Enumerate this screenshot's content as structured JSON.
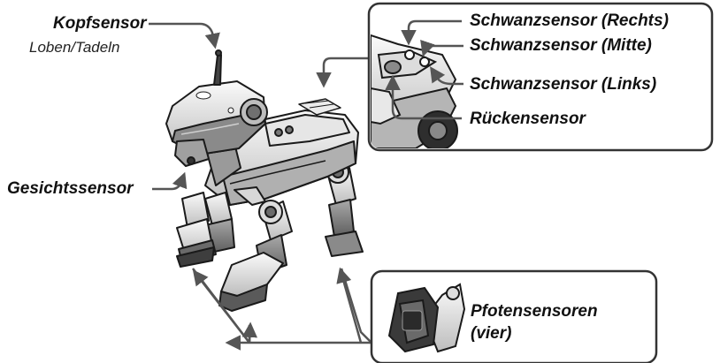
{
  "labels": {
    "head_sensor": "Kopfsensor",
    "head_sensor_sub": "Loben/Tadeln",
    "face_sensor": "Gesichtssensor",
    "tail_right": "Schwanzsensor (Rechts)",
    "tail_middle": "Schwanzsensor (Mitte)",
    "tail_left": "Schwanzsensor (Links)",
    "back_sensor": "Rückensensor",
    "paw_sensors_line1": "Pfotensensoren",
    "paw_sensors_line2": "(vier)"
  },
  "colors": {
    "outline": "#1a1a1a",
    "body_light": "#f2f2f2",
    "body_mid": "#c9c9c9",
    "body_dark": "#8a8a8a",
    "body_darker": "#5a5a5a",
    "callout_line": "#555555"
  }
}
